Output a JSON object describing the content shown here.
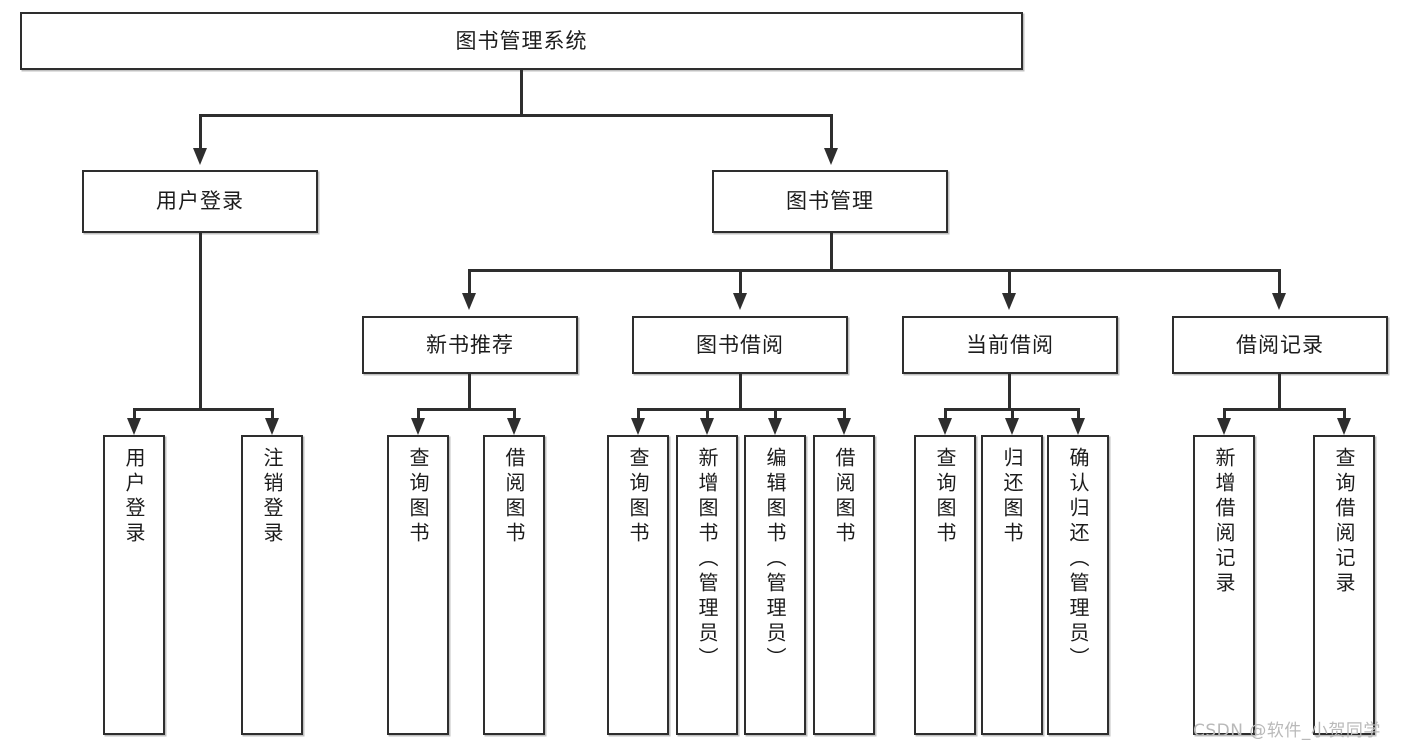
{
  "diagram": {
    "type": "tree-hierarchy-functional-decomposition",
    "title": "图书管理系统",
    "root": {
      "id": "root",
      "label": "图书管理系统"
    },
    "level2": [
      {
        "id": "login",
        "label": "用户登录"
      },
      {
        "id": "bookmgmt",
        "label": "图书管理"
      }
    ],
    "level3": [
      {
        "id": "newbook",
        "label": "新书推荐",
        "parent": "bookmgmt"
      },
      {
        "id": "borrow",
        "label": "图书借阅",
        "parent": "bookmgmt"
      },
      {
        "id": "current",
        "label": "当前借阅",
        "parent": "bookmgmt"
      },
      {
        "id": "record",
        "label": "借阅记录",
        "parent": "bookmgmt"
      }
    ],
    "leaves": {
      "login": [
        {
          "id": "leaf-user-login",
          "label": "用户登录"
        },
        {
          "id": "leaf-user-logout",
          "label": "注销登录"
        }
      ],
      "newbook": [
        {
          "id": "leaf-nb-query",
          "label": "查询图书"
        },
        {
          "id": "leaf-nb-borrow",
          "label": "借阅图书"
        }
      ],
      "borrow": [
        {
          "id": "leaf-bo-query",
          "label": "查询图书"
        },
        {
          "id": "leaf-bo-add",
          "label": "新增图书（管理员）"
        },
        {
          "id": "leaf-bo-edit",
          "label": "编辑图书（管理员）"
        },
        {
          "id": "leaf-bo-borrow",
          "label": "借阅图书"
        }
      ],
      "current": [
        {
          "id": "leaf-cu-query",
          "label": "查询图书"
        },
        {
          "id": "leaf-cu-return",
          "label": "归还图书"
        },
        {
          "id": "leaf-cu-confirm",
          "label": "确认归还（管理员）"
        }
      ],
      "record": [
        {
          "id": "leaf-re-add",
          "label": "新增借阅记录"
        },
        {
          "id": "leaf-re-query",
          "label": "查询借阅记录"
        }
      ]
    }
  },
  "watermark": {
    "text": "CSDN @软件_小贺同学"
  },
  "colors": {
    "stroke": "#2e2e2e",
    "text": "#1c1c1c",
    "background": "#ffffff",
    "shadow": "#8c8c8c",
    "watermark": "#b9b9b9"
  }
}
